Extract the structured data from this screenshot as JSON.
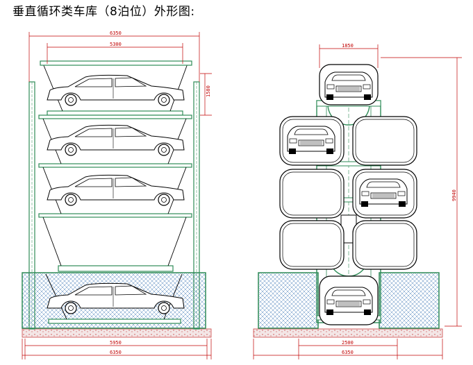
{
  "title": "垂直循环类车库（8泊位）外形图:",
  "colors": {
    "frame_green": "#2e8b57",
    "dimension_red": "#c00000",
    "mesh_blue": "#4a7fb8",
    "ground_red": "#cc4444",
    "car_black": "#000000"
  },
  "side_view": {
    "dims": {
      "overall_width": "6350",
      "platform_width": "5300",
      "top_height": "1580",
      "base_inner_width": "5950",
      "base_width": "6350"
    }
  },
  "front_view": {
    "dims": {
      "top_width": "1850",
      "overall_height": "9940",
      "base_inner_width": "2500",
      "base_width": "6350"
    }
  }
}
